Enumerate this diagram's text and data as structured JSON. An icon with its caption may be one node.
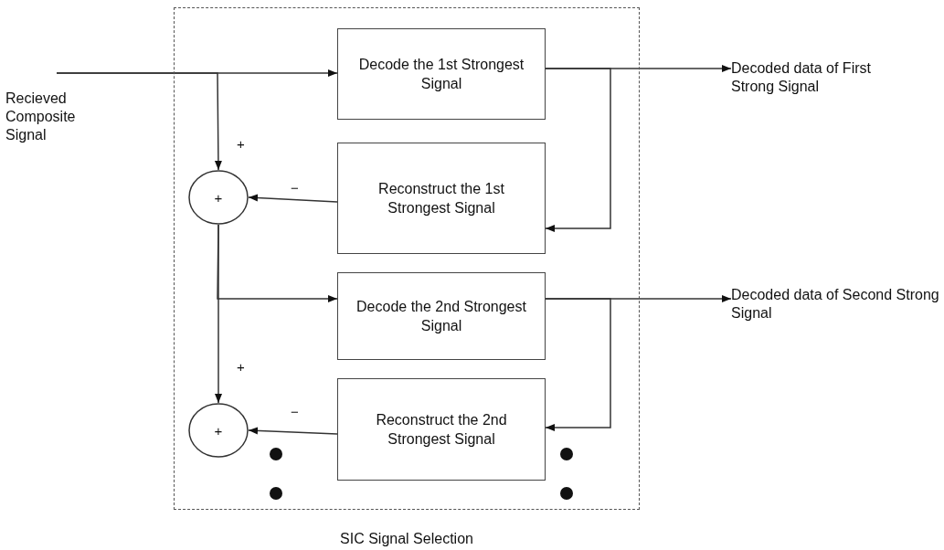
{
  "diagram": {
    "nodes": [
      {
        "text": [
          "SIC Signal Selection"
        ]
      },
      {
        "text": [
          "Decode the 1st Strongest Signal"
        ],
        "in": 0
      },
      {
        "text": [
          "Reconstruct the 1st Strongest Signal"
        ],
        "in": 0
      },
      {
        "text": [
          "Decode the 2nd Strongest Signal"
        ],
        "in": 0
      },
      {
        "text": [
          "Reconstruct the 2nd Strongest Signal"
        ],
        "in": 0
      },
      {
        "text": [
          "+"
        ],
        "in": 0
      },
      {
        "text": [
          "+"
        ],
        "in": 0
      },
      {
        "text": [
          "Recieved Composite Signal"
        ]
      },
      {
        "text": [
          "Decoded data of First Strong Signal"
        ]
      },
      {
        "text": [
          "Decoded data of Second Strong Signal"
        ]
      }
    ],
    "edges": [
      {
        "from": 7,
        "to": 1,
        "arrow": "to"
      },
      {
        "from": 7,
        "to": 5,
        "arrow": "to"
      },
      {
        "from": 2,
        "to": 5,
        "arrow": "to"
      },
      {
        "from": 1,
        "to": 8,
        "arrow": "to"
      },
      {
        "from": 1,
        "to": 2,
        "arrow": "to"
      },
      {
        "from": 5,
        "to": 3,
        "arrow": "to"
      },
      {
        "from": 5,
        "to": 6,
        "arrow": "to"
      },
      {
        "from": 3,
        "to": 9,
        "arrow": "to"
      },
      {
        "from": 3,
        "to": 4,
        "arrow": "to"
      },
      {
        "from": 4,
        "to": 6,
        "arrow": "to"
      }
    ],
    "labels": [
      "+",
      "−",
      "+",
      "−"
    ]
  }
}
